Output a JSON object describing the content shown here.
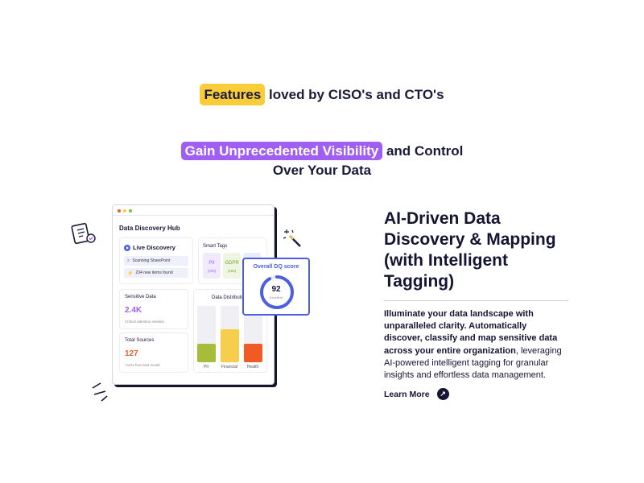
{
  "heading1": {
    "highlight": "Features",
    "rest": "loved by CISO's and CTO's"
  },
  "heading2": {
    "highlight": "Gain Unprecedented Visibility",
    "rest": "and Control",
    "line2": "Over Your Data"
  },
  "mockup": {
    "window_title": "Data Discovery Hub",
    "live_discovery": {
      "title": "Live Discovery",
      "items": [
        "Scanning SharePoint",
        "234 new items found"
      ]
    },
    "smart_tags": {
      "title": "Smart Tags",
      "tags": [
        {
          "name": "PII",
          "count": "(245)"
        },
        {
          "name": "GDPR",
          "count": "(164)"
        }
      ]
    },
    "sensitive": {
      "label": "Sensitive Data",
      "value": "2.4K",
      "sub": "Critical attention needed"
    },
    "sources": {
      "label": "Total Sources",
      "value": "127",
      "sub": "+12% from last month"
    },
    "distribution": {
      "title": "Data Distribution",
      "bars": [
        {
          "label": "PII",
          "fraction": 0.33
        },
        {
          "label": "Financial",
          "fraction": 0.58
        },
        {
          "label": "Health",
          "fraction": 0.33
        }
      ]
    },
    "dq": {
      "title": "Overall DQ score",
      "value": "92",
      "sub": "Excellent",
      "fraction": 0.92
    }
  },
  "section": {
    "title": "AI-Driven Data Discovery & Mapping (with Intelligent Tagging)",
    "body_bold": "Illuminate your data landscape with unparalleled clarity. Automatically discover, classify and map sensitive data across your entire organization",
    "body_rest": ", leveraging AI-powered intelligent tagging for granular insights and effortless data management.",
    "cta": "Learn More"
  },
  "colors": {
    "yellow": "#f9cd3a",
    "purple": "#a05ef3",
    "blue": "#4d5fe0",
    "bar_green": "#a5bd3a",
    "bar_yellow": "#f7cd4c",
    "bar_red": "#f25a25",
    "navy": "#141433"
  },
  "icons": [
    "clipboard-check-icon",
    "magic-wand-icon",
    "sparkle-lines-icon",
    "arrow-up-right-icon",
    "play-icon",
    "search-icon",
    "bolt-icon"
  ]
}
